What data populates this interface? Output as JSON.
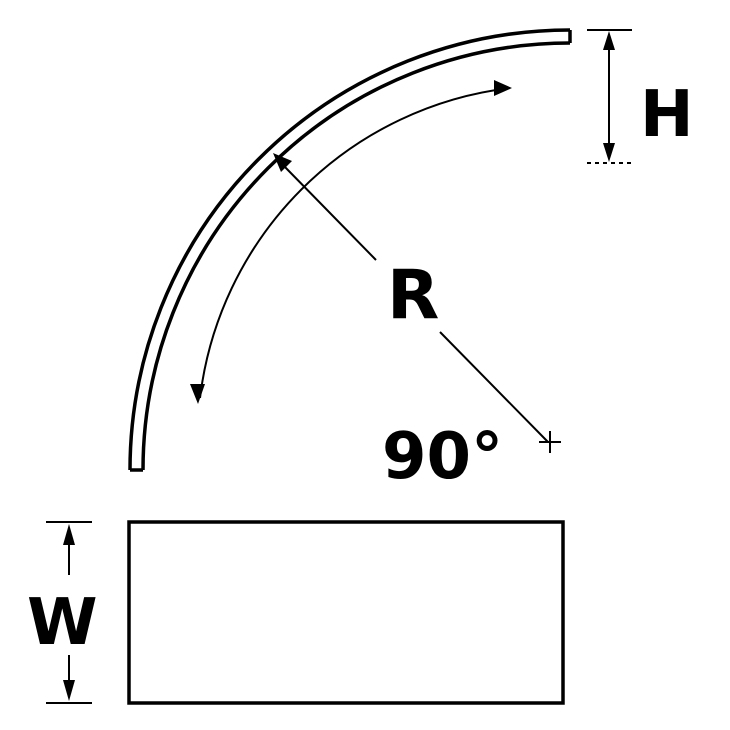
{
  "labels": {
    "height": "H",
    "radius": "R",
    "angle": "90°",
    "width": "W"
  },
  "colors": {
    "stroke": "#000000",
    "background": "#ffffff"
  }
}
